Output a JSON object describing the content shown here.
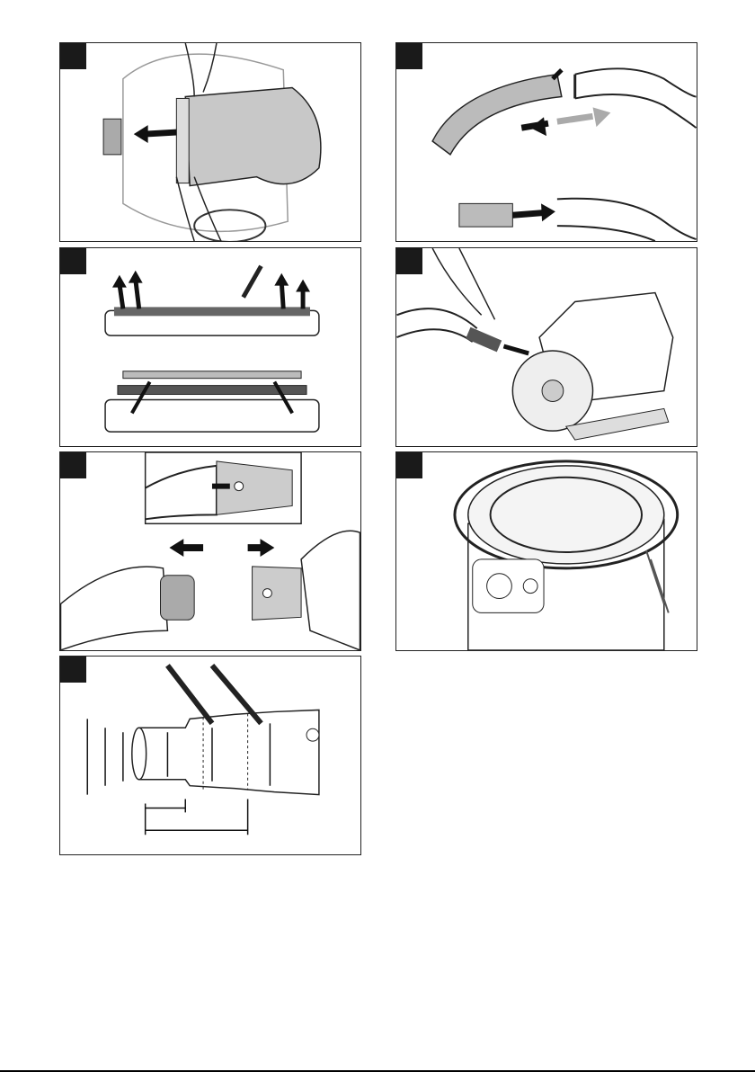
{
  "colors": {
    "ink": "#1a1a1a",
    "line": "#222222",
    "fill_gray": "#bdbdbd",
    "arrow_light": "#a8a8a8"
  },
  "panels": [
    {
      "icon": "dust-bag-removal-illustration"
    },
    {
      "icon": "hose-handle-connection-illustration"
    },
    {
      "icon": "floor-nozzle-brush-replacement-illustration"
    },
    {
      "icon": "power-tool-connection-illustration"
    },
    {
      "icon": "hose-adapter-detach-illustration"
    },
    {
      "icon": "vacuum-hose-storage-illustration"
    },
    {
      "icon": "adapter-dimensions-illustration"
    }
  ]
}
